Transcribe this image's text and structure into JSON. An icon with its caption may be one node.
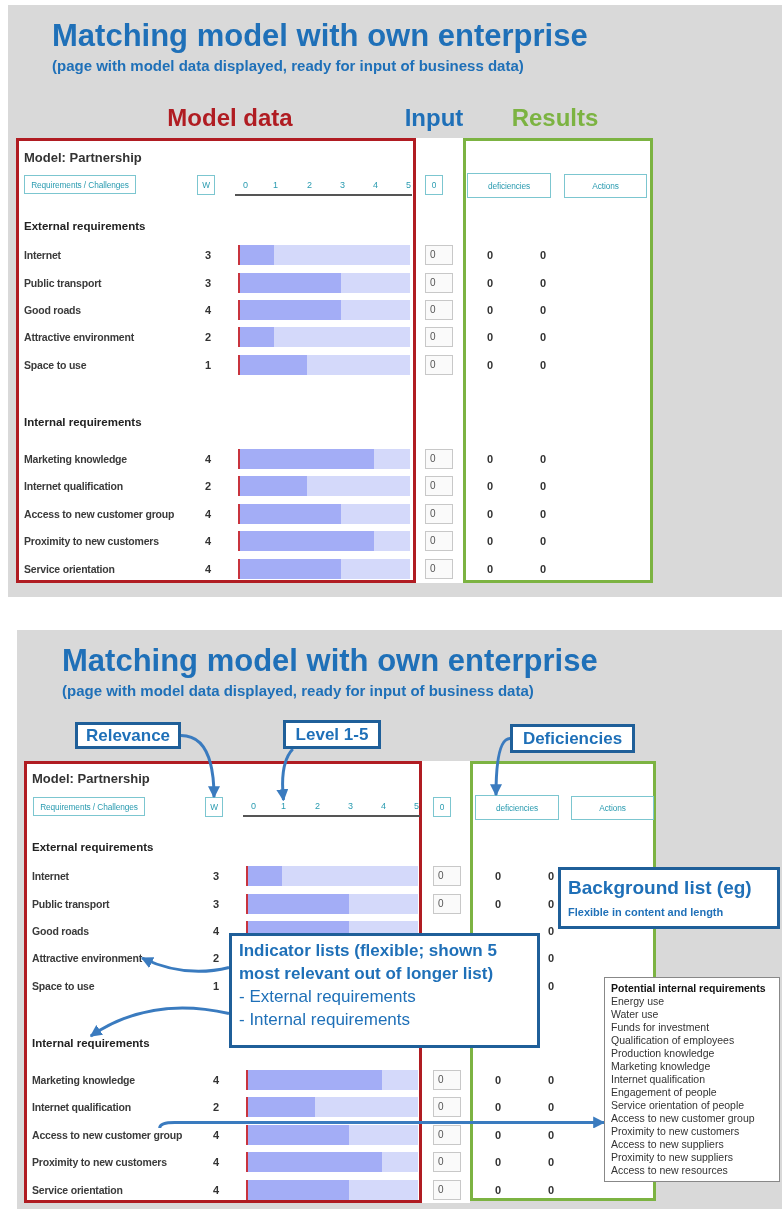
{
  "diagram": {
    "nodes": [
      {
        "text": [
          "Model data"
        ]
      },
      {
        "text": [
          "Input"
        ]
      },
      {
        "text": [
          "Results"
        ]
      },
      {
        "text": [
          "Requirements / Challenges"
        ],
        "in": 0
      },
      {
        "text": [
          "W"
        ],
        "in": 0
      },
      {
        "text": [
          "0"
        ],
        "in": 1
      },
      {
        "text": [
          "deficiencies"
        ],
        "in": 2
      },
      {
        "text": [
          "Actions"
        ],
        "in": 2
      },
      {
        "text": [
          "0"
        ],
        "in": 1
      },
      {
        "text": [
          "0"
        ],
        "in": 1
      },
      {
        "text": [
          "0"
        ],
        "in": 1
      },
      {
        "text": [
          "0"
        ],
        "in": 1
      },
      {
        "text": [
          "0"
        ],
        "in": 1
      },
      {
        "text": [
          "0"
        ],
        "in": 1
      },
      {
        "text": [
          "0"
        ],
        "in": 1
      },
      {
        "text": [
          "0"
        ],
        "in": 1
      },
      {
        "text": [
          "0"
        ],
        "in": 1
      },
      {
        "text": [
          "0"
        ],
        "in": 1
      },
      {
        "text": [],
        "shape": "box"
      },
      {
        "text": [],
        "shape": "box"
      },
      {
        "text": [],
        "shape": "box"
      },
      {
        "text": [
          "Requirements / Challenges"
        ],
        "in": 18
      },
      {
        "text": [
          "W"
        ],
        "in": 18
      },
      {
        "text": [
          "0"
        ],
        "in": 19
      },
      {
        "text": [
          "deficiencies"
        ],
        "in": 20
      },
      {
        "text": [
          "Actions"
        ],
        "in": 20
      },
      {
        "text": [
          "0"
        ],
        "in": 19
      },
      {
        "text": [
          "0"
        ],
        "in": 19
      },
      {
        "text": [
          "0"
        ],
        "in": 19
      },
      {
        "text": [
          "0"
        ],
        "in": 19
      },
      {
        "text": [
          "0"
        ],
        "in": 19
      },
      {
        "text": [
          "0"
        ],
        "in": 19
      },
      {
        "text": [
          "0"
        ],
        "in": 19
      },
      {
        "text": [
          "Relevance"
        ]
      },
      {
        "text": [
          "Level 1-5"
        ]
      },
      {
        "text": [
          "Deficiencies"
        ]
      },
      {
        "text": [
          "Indicator lists (flexible; shown 5 most relevant out of longer list)",
          "- External requirements",
          "- Internal requirements"
        ]
      },
      {
        "text": [
          "Background list (eg)",
          "Flexible in content and length"
        ]
      },
      {
        "text": [
          "Potential internal requirements",
          "Energy use",
          "Water use",
          "Funds for investment",
          "Qualification of employees",
          "Production knowledge",
          "Marketing knowledge",
          "Internet qualification",
          "Engagement of people",
          "Service orientation of people",
          "Access to new customer group",
          "Proximity to new customers",
          "Access to new suppliers",
          "Proximity to new suppliers",
          "Access to new resources"
        ]
      },
      {
        "text": [
          "1"
        ],
        "in": 18
      },
      {
        "text": [
          "Attractive environment"
        ],
        "in": 18
      },
      {
        "text": [
          "Internal requirements"
        ],
        "in": 18
      },
      {
        "text": [
          "Access to new customer group"
        ],
        "in": 18
      }
    ],
    "edges": [
      {
        "from": 33,
        "to": 22,
        "arrow": "to"
      },
      {
        "from": 34,
        "to": 39,
        "arrow": "to"
      },
      {
        "from": 35,
        "to": 24,
        "arrow": "to"
      },
      {
        "from": 36,
        "to": 40,
        "arrow": "to"
      },
      {
        "from": 36,
        "to": 41,
        "arrow": "to"
      },
      {
        "from": 42,
        "to": 38,
        "arrow": "to"
      }
    ],
    "labels": [
      "Matching model with own enterprise",
      "(page with model data displayed, ready for input of business data)",
      "Model: Partnership",
      "0",
      "1",
      "2",
      "3",
      "4",
      "5",
      "External requirements",
      "Internet",
      "3",
      "0",
      "0",
      "Public transport",
      "3",
      "0",
      "0",
      "Good roads",
      "4",
      "0",
      "0",
      "Attractive environment",
      "2",
      "0",
      "0",
      "Space to use",
      "1",
      "0",
      "0",
      "Internal requirements",
      "Marketing knowledge",
      "4",
      "0",
      "0",
      "Internet qualification",
      "2",
      "0",
      "0",
      "Access to new customer group",
      "4",
      "0",
      "0",
      "Proximity to new customers",
      "4",
      "0",
      "0",
      "Service orientation",
      "4",
      "0",
      "0",
      "Matching model with own enterprise",
      "(page with model data displayed, ready for input of business data)",
      "Model: Partnership",
      "0",
      "2",
      "3",
      "4",
      "5",
      "External requirements",
      "Internet",
      "3",
      "0",
      "0",
      "Public transport",
      "3",
      "0",
      "0",
      "Good roads",
      "4",
      "0",
      "2",
      "0",
      "Space to use",
      "1",
      "0",
      "Marketing knowledge",
      "4",
      "0",
      "0",
      "Internet qualification",
      "2",
      "0",
      "0",
      "4",
      "0",
      "0",
      "Proximity to new customers",
      "4",
      "0",
      "0",
      "Service orientation",
      "4",
      "0",
      "0"
    ]
  }
}
